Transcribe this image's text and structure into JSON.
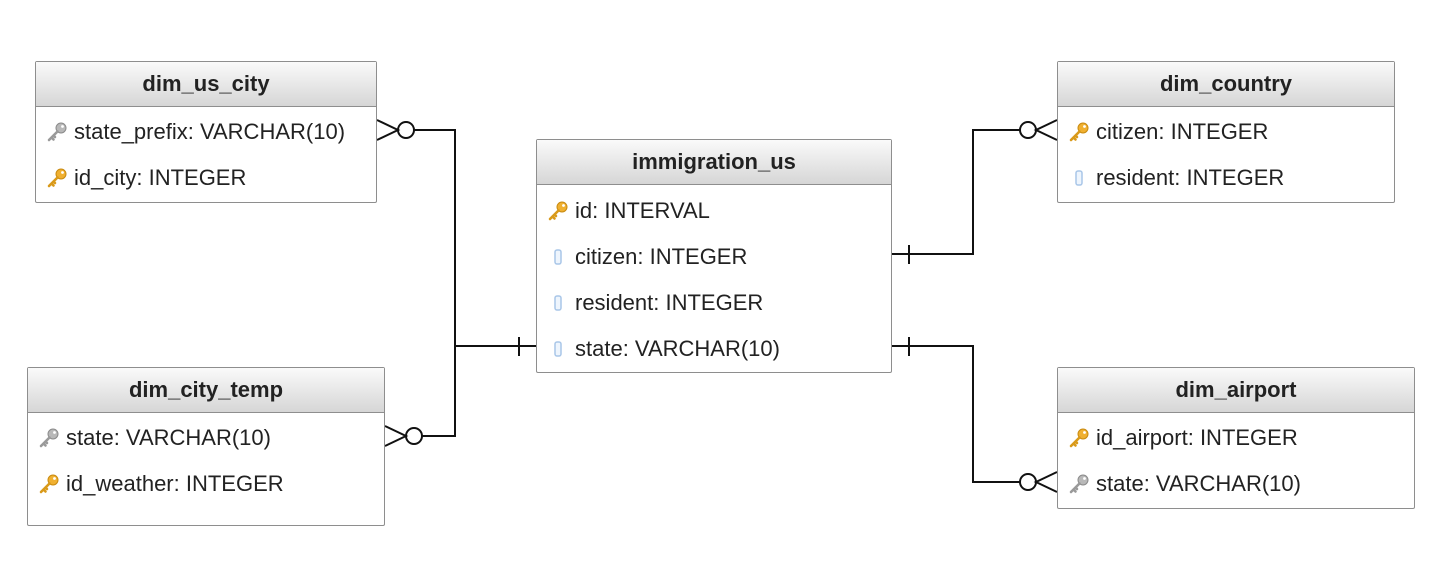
{
  "colors": {
    "primary_key": "#f0b030",
    "foreign_key": "#b8b8b8",
    "column": "#a9c6e8",
    "line": "#111111",
    "border": "#8e8e8e"
  },
  "entities": {
    "dim_us_city": {
      "title": "dim_us_city",
      "rows": [
        {
          "text": "state_prefix: VARCHAR(10)",
          "icon": "foreign-key-icon"
        },
        {
          "text": "id_city: INTEGER",
          "icon": "primary-key-icon"
        }
      ]
    },
    "dim_city_temp": {
      "title": "dim_city_temp",
      "rows": [
        {
          "text": "state: VARCHAR(10)",
          "icon": "foreign-key-icon"
        },
        {
          "text": "id_weather: INTEGER",
          "icon": "primary-key-icon"
        }
      ]
    },
    "immigration_us": {
      "title": "immigration_us",
      "rows": [
        {
          "text": "id: INTERVAL",
          "icon": "primary-key-icon"
        },
        {
          "text": "citizen: INTEGER",
          "icon": "column-icon"
        },
        {
          "text": "resident: INTEGER",
          "icon": "column-icon"
        },
        {
          "text": "state: VARCHAR(10)",
          "icon": "column-icon"
        }
      ]
    },
    "dim_country": {
      "title": "dim_country",
      "rows": [
        {
          "text": "citizen: INTEGER",
          "icon": "primary-key-icon"
        },
        {
          "text": "resident: INTEGER",
          "icon": "column-icon"
        }
      ]
    },
    "dim_airport": {
      "title": "dim_airport",
      "rows": [
        {
          "text": "id_airport: INTEGER",
          "icon": "primary-key-icon"
        },
        {
          "text": "state: VARCHAR(10)",
          "icon": "foreign-key-icon"
        }
      ]
    }
  },
  "relationships": [
    {
      "from": "immigration_us.state",
      "to": "dim_us_city.state_prefix",
      "from_end": "one",
      "to_end": "zero-or-many"
    },
    {
      "from": "immigration_us.state",
      "to": "dim_city_temp.state",
      "from_end": "one",
      "to_end": "zero-or-many"
    },
    {
      "from": "immigration_us.citizen",
      "to": "dim_country.citizen",
      "from_end": "one",
      "to_end": "zero-or-many"
    },
    {
      "from": "immigration_us.state",
      "to": "dim_airport.state",
      "from_end": "one",
      "to_end": "zero-or-many"
    }
  ]
}
